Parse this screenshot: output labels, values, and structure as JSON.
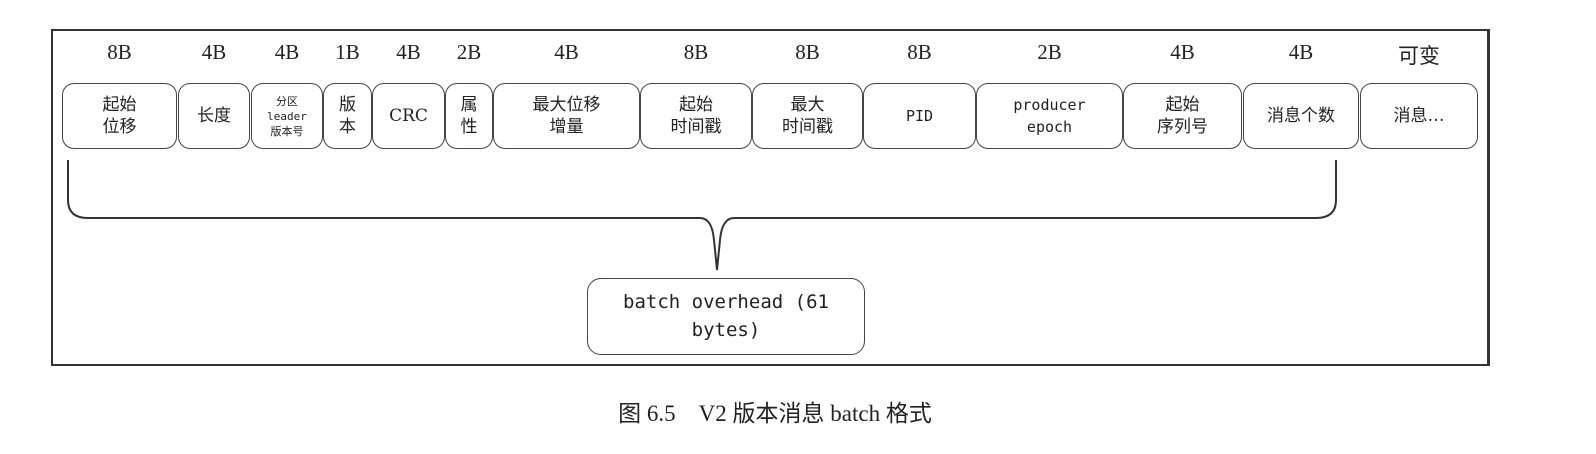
{
  "fields": [
    {
      "size": "8B",
      "label": "起始\n位移"
    },
    {
      "size": "4B",
      "label": "长度"
    },
    {
      "size": "4B",
      "label": "分区\nleader\n版本号"
    },
    {
      "size": "1B",
      "label": "版\n本"
    },
    {
      "size": "4B",
      "label": "CRC"
    },
    {
      "size": "2B",
      "label": "属\n性"
    },
    {
      "size": "4B",
      "label": "最大位移\n增量"
    },
    {
      "size": "8B",
      "label": "起始\n时间戳"
    },
    {
      "size": "8B",
      "label": "最大\n时间戳"
    },
    {
      "size": "8B",
      "label": "PID"
    },
    {
      "size": "2B",
      "label": "producer\nepoch"
    },
    {
      "size": "4B",
      "label": "起始\n序列号"
    },
    {
      "size": "4B",
      "label": "消息个数"
    },
    {
      "size": "可变",
      "label": "消息…"
    }
  ],
  "overhead_label": "batch overhead (61\nbytes)",
  "caption": "图 6.5　V2 版本消息 batch 格式"
}
